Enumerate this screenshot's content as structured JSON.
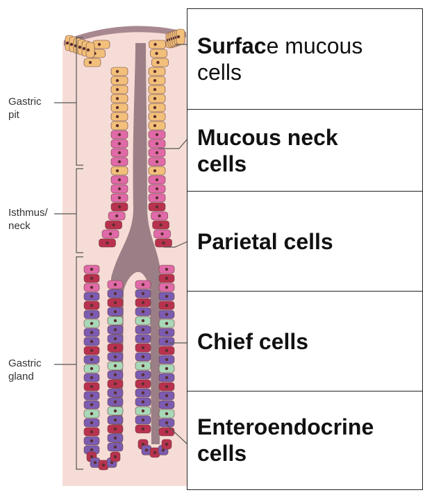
{
  "regions": {
    "gastric_pit": [
      "Gastric",
      "pit"
    ],
    "isthmus_neck": [
      "Isthmus/",
      "neck"
    ],
    "gastric_gland": [
      "Gastric",
      "gland"
    ]
  },
  "cell_labels": {
    "surface": {
      "bold": "Surfac",
      "regular": "e mucous",
      "line2": "cells"
    },
    "mucous_neck": {
      "line1": "Mucous neck",
      "line2": "cells"
    },
    "parietal": {
      "line1": "Parietal cells"
    },
    "chief": {
      "line1": "Chief cells"
    },
    "enteroendocrine": {
      "line1": "Enteroendocrine",
      "line2": "cells"
    }
  },
  "colors": {
    "background_tissue": "#f6dcd6",
    "lumen": "#9b7f86",
    "surface_mucous_cell": "#f2c07a",
    "mucous_neck_cell": "#e06aa8",
    "parietal_cell": "#b8324f",
    "chief_cell": "#7b5cb0",
    "enteroendocrine_cell": "#a8d8b8",
    "bracket": "#555555",
    "box_border": "#222222"
  }
}
